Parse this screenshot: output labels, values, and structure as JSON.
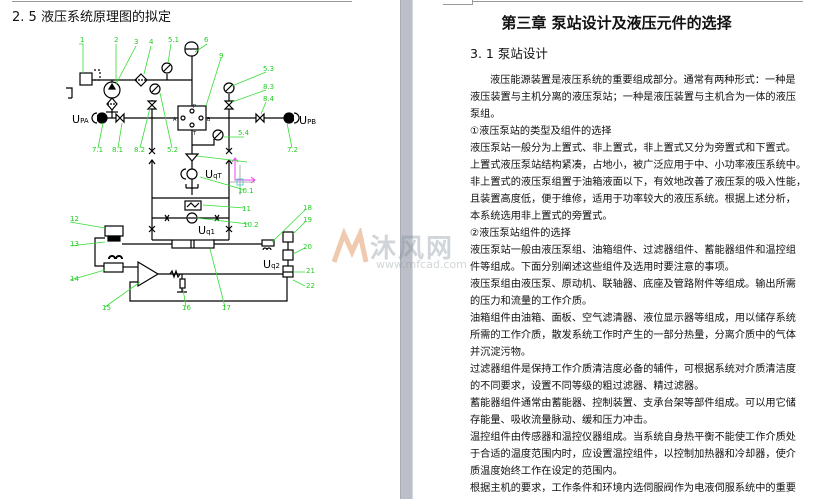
{
  "left_page": {
    "section_title": "2. 5 液压系统原理图的拟定",
    "diagram_labels": {
      "l1": "1",
      "l2": "2",
      "l3": "3",
      "l4": "4",
      "l51": "5.1",
      "l6": "6",
      "l9": "9",
      "l53": "5.3",
      "l83": "8.3",
      "l84": "8.4",
      "upa": "U",
      "upa_sub": "PA",
      "upb": "U",
      "upb_sub": "PB",
      "l71": "7.1",
      "l81": "8.1",
      "l82": "8.2",
      "l52": "5.2",
      "l72": "7.2",
      "l54": "5.4",
      "pA": "A",
      "pB": "B",
      "pP": "P",
      "pT": "T",
      "uqt": "U",
      "uqt_sub": "qT",
      "l101": "10.1",
      "l11": "11",
      "l102": "10.2",
      "uq1": "U",
      "uq1_sub": "q1",
      "l12": "12",
      "l13": "13",
      "l14": "14",
      "l15": "15",
      "l16": "16",
      "l17": "17",
      "l18": "18",
      "l19": "19",
      "l20": "20",
      "l21": "21",
      "l22": "22",
      "uq2": "U",
      "uq2_sub": "q2"
    },
    "label_color": "#33dd33",
    "axis_color": "#ee44ee"
  },
  "right_page": {
    "chapter_title": "第三章  泵站设计及液压元件的选择",
    "section_title": "3. 1  泵站设计",
    "lines": [
      "液压能源装置是液压系统的重要组成部分。通常有两种形式：一种是",
      "液压装置与主机分离的液压泵站；一种是液压装置与主机合为一体的液压",
      "泵组。",
      "①液压泵站的类型及组件的选择",
      "液压泵站一般分为上置式、非上置式，非上置式又分为旁置式和下置式。",
      "上置式液压泵站结构紧凑，占地小，被广泛应用于中、小功率液压系统中。",
      "非上置式的液压泵组置于油箱液面以下，有效地改善了液压泵的吸入性能，",
      "且装置高度低，便于维修，适用于功率较大的液压系统。根据上述分析，",
      "本系统选用非上置式的旁置式。",
      "②液压泵站组件的选择",
      "液压泵站一般由液压泵组、油箱组件、过滤器组件、蓄能器组件和温控组",
      "件等组成。下面分别阐述这些组件及选用时要注意的事项。",
      "液压泵组由液压泵、原动机、联轴器、底座及管路附件等组成。输出所需",
      "的压力和流量的工作介质。",
      "油箱组件由油箱、面板、空气滤清器、液位显示器等组成，用以储存系统",
      "所需的工作介质，散发系统工作时产生的一部分热量，分离介质中的气体",
      "并沉淀污物。",
      "过滤器组件是保持工作介质清洁度必备的辅件，可根据系统对介质清洁度",
      "的不同要求，设置不同等级的粗过滤器、精过滤器。",
      "蓄能器组件通常由蓄能器、控制装置、支承台架等部件组成。可以用它储",
      "存能量、吸收流量脉动、缓和压力冲击。",
      "温控组件由传感器和温控仪器组成。当系统自身热平衡不能使工作介质处",
      "于合适的温度范围内时，应设置温控组件，以控制加热器和冷却器，使介",
      "质温度始终工作在设定的范围内。",
      "根据主机的要求，工作条件和环境内选伺服阀作为电液伺服系统中的重要"
    ]
  },
  "watermark": {
    "text": "沐风网",
    "url": "www.mfcad.com"
  }
}
